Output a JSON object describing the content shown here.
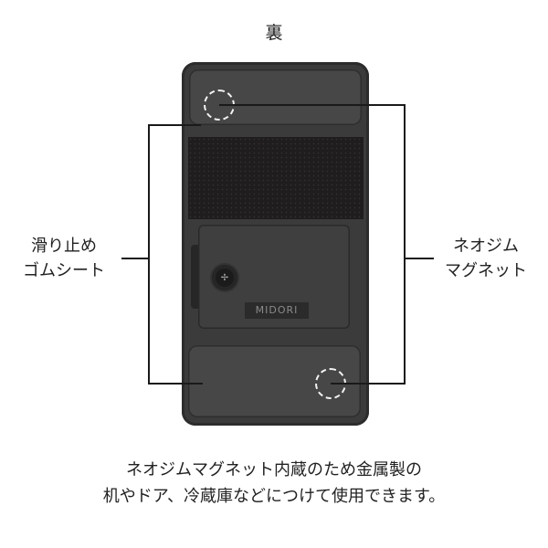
{
  "title": "裏",
  "device": {
    "brand_label": "MIDORI",
    "screw_glyph": "✢",
    "colors": {
      "body": "#3b3b3b",
      "pad": "#474747",
      "velcro": "#1f1d1d",
      "dashed_circle": "#f2f2f2"
    }
  },
  "callouts": {
    "left": {
      "line1": "滑り止め",
      "line2": "ゴムシート"
    },
    "right": {
      "line1": "ネオジム",
      "line2": "マグネット"
    }
  },
  "caption": {
    "line1": "ネオジムマグネット内蔵のため金属製の",
    "line2": "机やドア、冷蔵庫などにつけて使用できます。"
  }
}
